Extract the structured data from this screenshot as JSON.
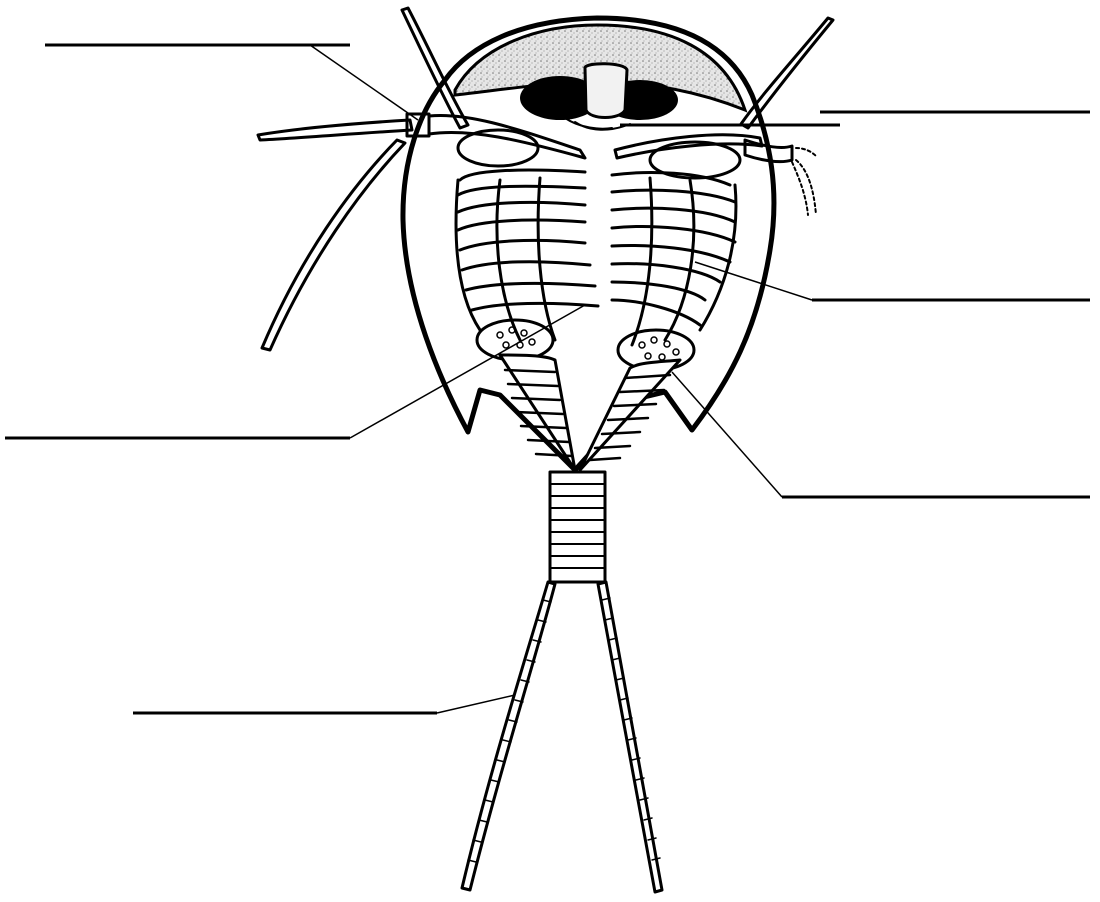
{
  "diagram": {
    "subject": "tadpole-shrimp",
    "colors": {
      "ink": "#000000",
      "paper": "#ffffff",
      "stipple": "#d9d9d9",
      "eyes": "#000000"
    },
    "labels": [
      {
        "id": "label-top-left",
        "text": ""
      },
      {
        "id": "label-top-right",
        "text": ""
      },
      {
        "id": "label-mid-right",
        "text": ""
      },
      {
        "id": "label-mid-left",
        "text": ""
      },
      {
        "id": "label-lower-right",
        "text": ""
      },
      {
        "id": "label-bottom-left",
        "text": ""
      }
    ]
  }
}
